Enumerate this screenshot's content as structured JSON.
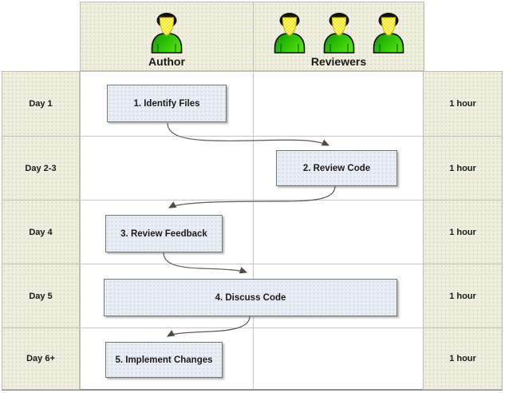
{
  "lanes": [
    {
      "id": "author",
      "label": "Author",
      "icon": "person-icon",
      "icon_count": 1
    },
    {
      "id": "reviewers",
      "label": "Reviewers",
      "icon": "person-icon",
      "icon_count": 3
    }
  ],
  "rows": [
    {
      "day": "Day 1",
      "duration": "1 hour"
    },
    {
      "day": "Day 2-3",
      "duration": "1 hour"
    },
    {
      "day": "Day 4",
      "duration": "1 hour"
    },
    {
      "day": "Day 5",
      "duration": "1 hour"
    },
    {
      "day": "Day 6+",
      "duration": "1 hour"
    }
  ],
  "steps": [
    {
      "label": "1. Identify Files",
      "lane": "author",
      "row": "Day 1"
    },
    {
      "label": "2. Review Code",
      "lane": "reviewers",
      "row": "Day 2-3"
    },
    {
      "label": "3. Review Feedback",
      "lane": "author",
      "row": "Day 4"
    },
    {
      "label": "4. Discuss Code",
      "lane": "author+reviewers",
      "row": "Day 5"
    },
    {
      "label": "5. Implement Changes",
      "lane": "author",
      "row": "Day 6+"
    }
  ],
  "flow": [
    "1. Identify Files -> 2. Review Code",
    "2. Review Code -> 3. Review Feedback",
    "3. Review Feedback -> 4. Discuss Code",
    "4. Discuss Code -> 5. Implement Changes"
  ],
  "colors": {
    "lane_bg": "#efefdf",
    "cell_border": "#bcbcb0",
    "box_bg": "#e9eef5",
    "box_border": "#767676",
    "grid_line": "#c6c6ba",
    "bottom_border": "#8f8f8f",
    "arrow": "#555555",
    "shirt_green": "#2db400",
    "face_yellow": "#ffe400",
    "hair_black": "#141414"
  }
}
